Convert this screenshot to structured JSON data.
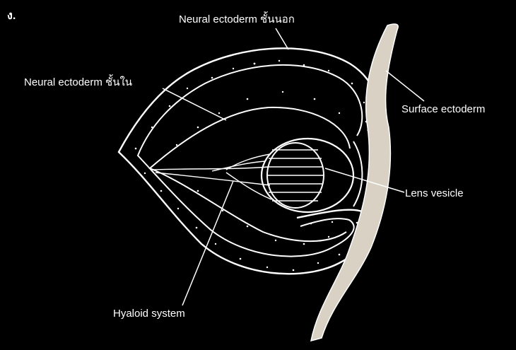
{
  "figure_letter": "ง.",
  "labels": {
    "outer_layer": "Neural ectoderm ชั้นนอก",
    "inner_layer": "Neural ectoderm ชั้นใน",
    "surface": "Surface ectoderm",
    "lens": "Lens vesicle",
    "hyaloid": "Hyaloid system"
  },
  "colors": {
    "background": "#000000",
    "line": "#ffffff",
    "surface_fill": "#d9d2c4"
  }
}
